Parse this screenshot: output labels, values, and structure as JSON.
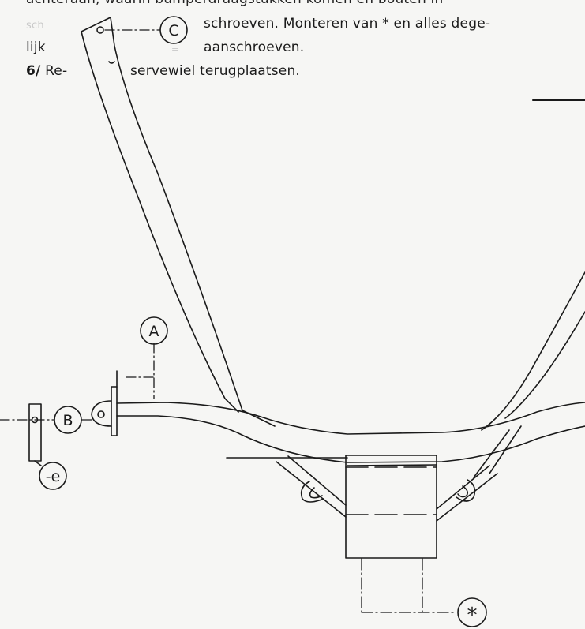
{
  "instructions": {
    "line0_cut": "achteraan, waarin bumperdraagstukken komen en bouten in",
    "line1_left": "sch",
    "line1_right": "schroeven. Monteren van * en alles dege-",
    "line2_left": "lijk",
    "line2_right": "aanschroeven.",
    "step6_number": "6/",
    "step6_left": "Re-",
    "step6_right": "servewiel terugplaatsen."
  },
  "callouts": {
    "a": "A",
    "b": "B",
    "c": "C",
    "e": "-e",
    "star": "*"
  },
  "colors": {
    "ink": "#1a1a1a",
    "paper": "#f6f6f4"
  }
}
